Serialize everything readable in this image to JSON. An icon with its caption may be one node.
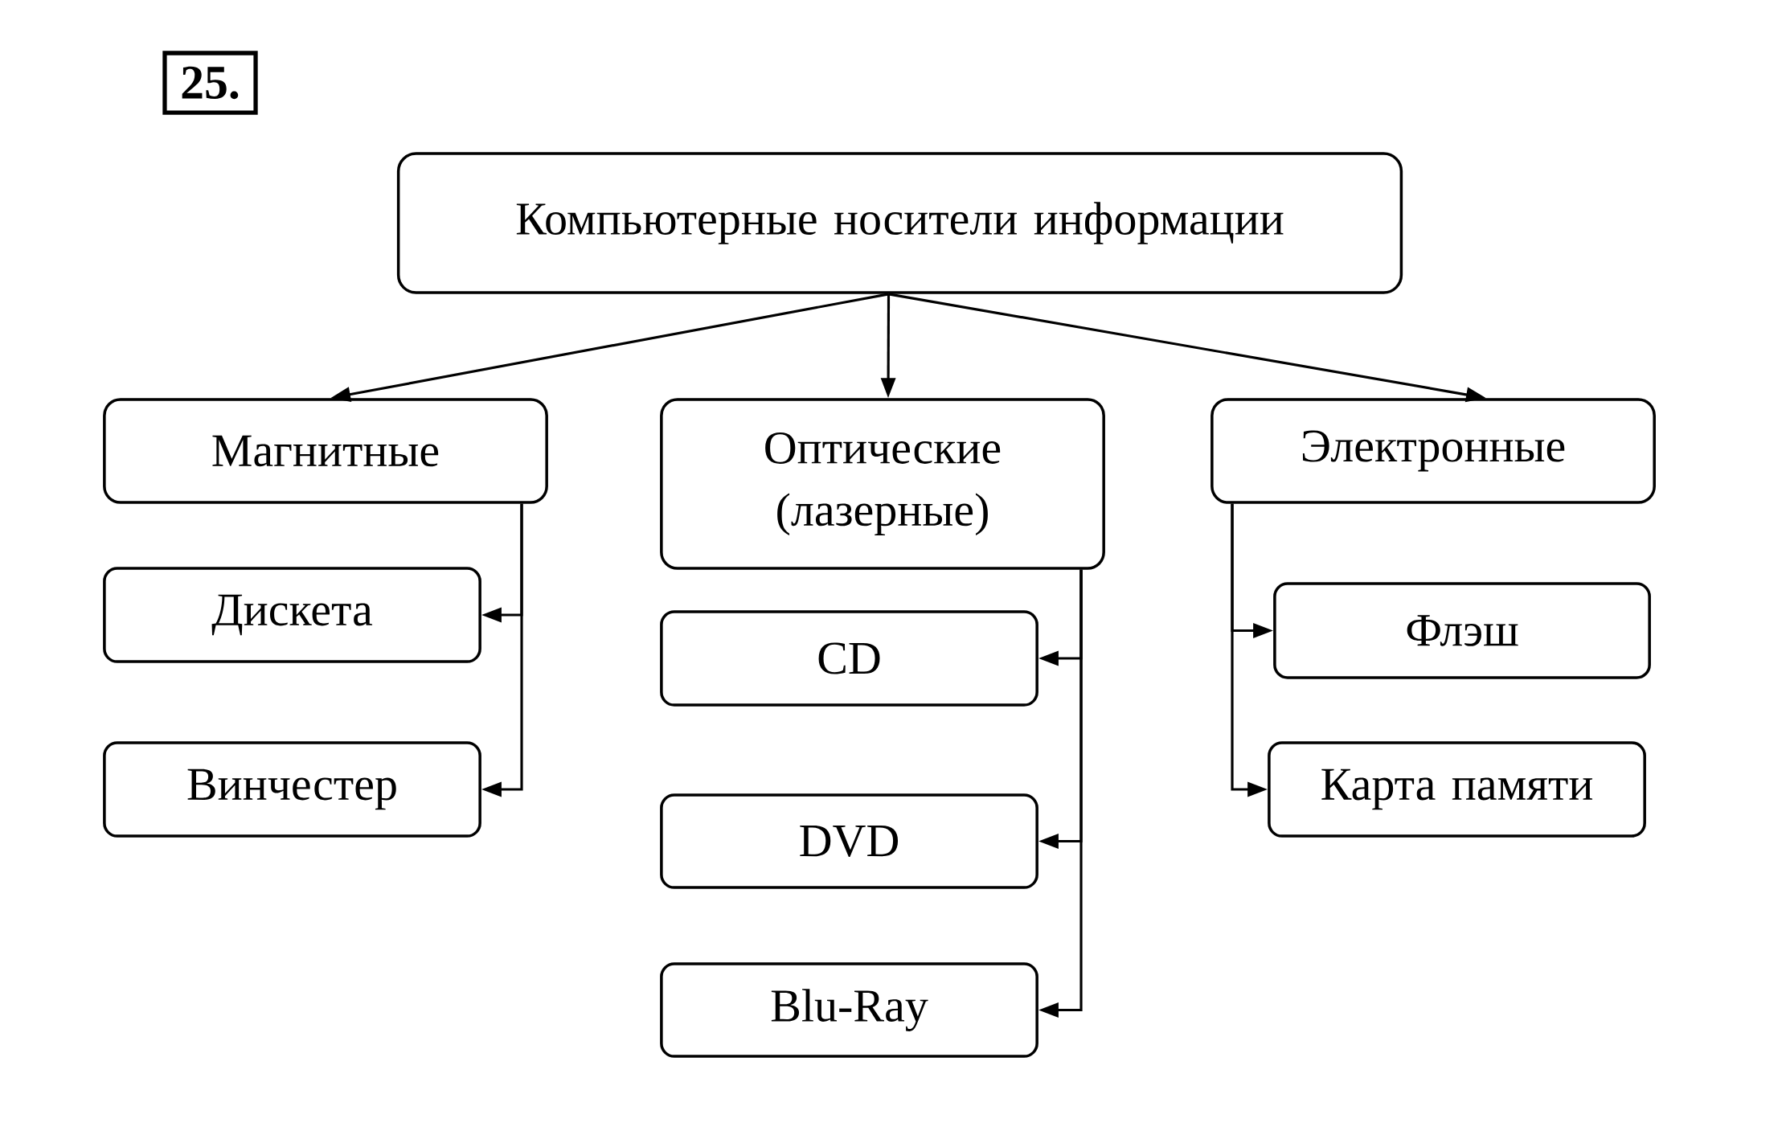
{
  "diagram": {
    "nodes": [
      {
        "text": [
          "25."
        ]
      },
      {
        "text": [
          "Компьютерные носители информации"
        ]
      },
      {
        "text": [
          "Магнитные"
        ]
      },
      {
        "text": [
          "Оптические (лазерные)"
        ]
      },
      {
        "text": [
          "Электронные"
        ]
      },
      {
        "text": [
          "Дискета"
        ]
      },
      {
        "text": [
          "Винчестер"
        ]
      },
      {
        "text": [
          "CD"
        ]
      },
      {
        "text": [
          "DVD"
        ]
      },
      {
        "text": [
          "Blu-Ray"
        ]
      },
      {
        "text": [
          "Флэш"
        ]
      },
      {
        "text": [
          "Карта памяти"
        ]
      }
    ],
    "edges": [
      {
        "from": 1,
        "to": 2,
        "arrow": "to"
      },
      {
        "from": 1,
        "to": 3,
        "arrow": "to"
      },
      {
        "from": 1,
        "to": 4,
        "arrow": "to"
      },
      {
        "from": 2,
        "to": 5,
        "arrow": "to"
      },
      {
        "from": 2,
        "to": 6,
        "arrow": "to"
      },
      {
        "from": 3,
        "to": 7,
        "arrow": "to"
      },
      {
        "from": 3,
        "to": 8,
        "arrow": "to"
      },
      {
        "from": 3,
        "to": 9,
        "arrow": "to"
      },
      {
        "from": 4,
        "to": 10,
        "arrow": "to"
      },
      {
        "from": 4,
        "to": 11,
        "arrow": "to"
      }
    ]
  }
}
